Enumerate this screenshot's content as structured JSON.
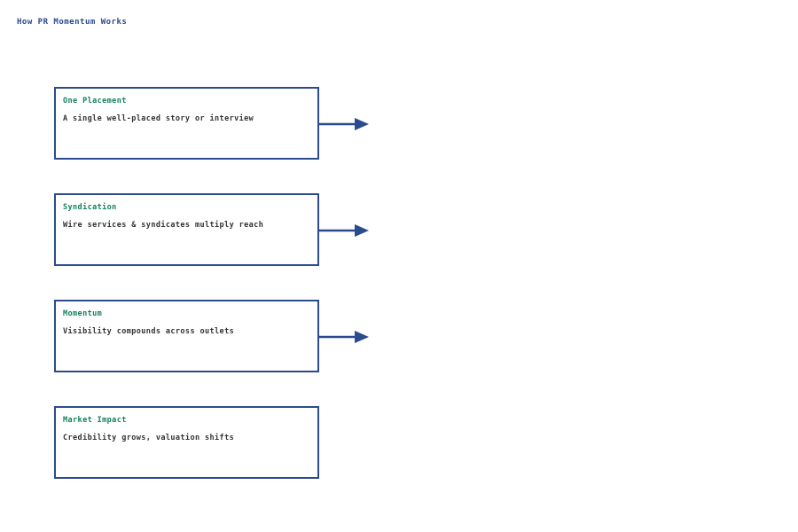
{
  "diagram": {
    "title": "How PR Momentum Works",
    "accent_color": "#2a4b8d",
    "title_color": "#11805a",
    "body_color": "#333333",
    "background_color": "#ffffff",
    "steps": [
      {
        "title": "One Placement",
        "description": "A single well-placed story or interview",
        "has_arrow": true
      },
      {
        "title": "Syndication",
        "description": "Wire services & syndicates multiply reach",
        "has_arrow": true
      },
      {
        "title": "Momentum",
        "description": "Visibility compounds across outlets",
        "has_arrow": true
      },
      {
        "title": "Market Impact",
        "description": "Credibility grows, valuation shifts",
        "has_arrow": false
      }
    ]
  }
}
